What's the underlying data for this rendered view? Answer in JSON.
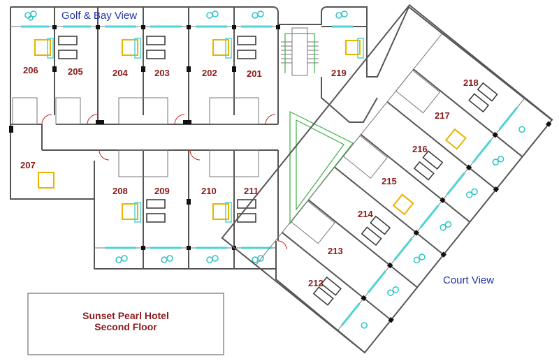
{
  "plan": {
    "title_line1": "Sunset Pearl Hotel",
    "title_line2": "Second Floor",
    "view_labels": {
      "top": "Golf & Bay View",
      "right": "Court View"
    },
    "rooms": {
      "r201": "201",
      "r202": "202",
      "r203": "203",
      "r204": "204",
      "r205": "205",
      "r206": "206",
      "r207": "207",
      "r208": "208",
      "r209": "209",
      "r210": "210",
      "r211": "211",
      "r212": "212",
      "r213": "213",
      "r214": "214",
      "r215": "215",
      "r216": "216",
      "r217": "217",
      "r218": "218",
      "r219": "219"
    },
    "colors": {
      "room_number": "#8b1a1a",
      "view_label": "#2233aa",
      "pool": "#3cb043",
      "bed": "#e8b400",
      "glass": "#4fd3d3"
    }
  }
}
